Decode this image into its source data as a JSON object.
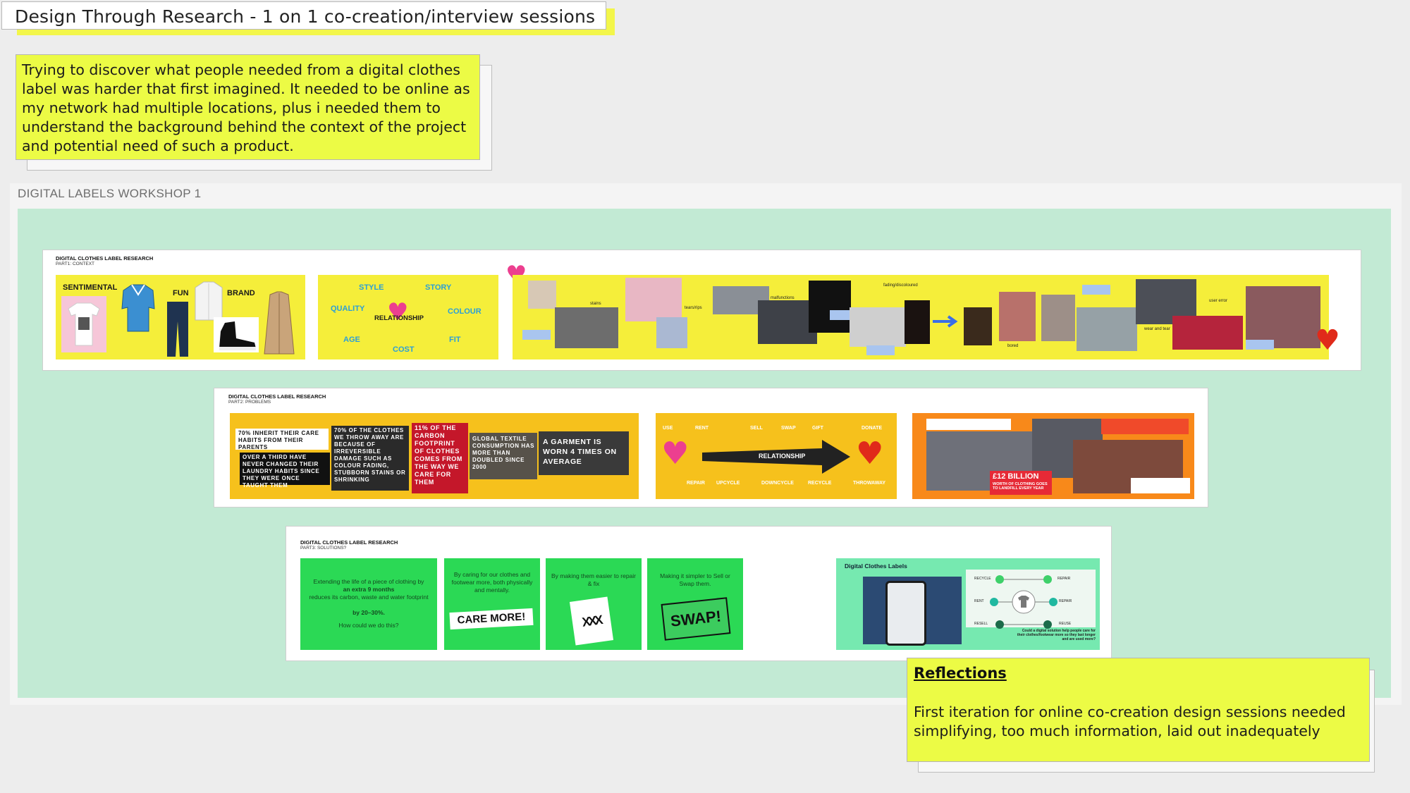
{
  "board": {
    "title": "Design Through Research - 1 on 1 co-creation/interview sessions",
    "intro_note": "Trying to discover what people needed from a digital clothes label was harder that first imagined. It needed to be online as my network had multiple locations, plus i needed them to understand the background behind the context of the project and potential need of such a product.",
    "section_label": "DIGITAL LABELS WORKSHOP 1",
    "reflections": {
      "title": "Reflections",
      "body": "First iteration for online co-creation design sessions needed simplifying, too much information, laid out inadequately"
    }
  },
  "strip1": {
    "title": "DIGITAL CLOTHES LABEL RESEARCH",
    "subtitle": "PART1: CONTEXT",
    "panel1_words": [
      "SENTIMENTAL",
      "FUN",
      "BRAND"
    ],
    "panel2_words": {
      "style": "STYLE",
      "story": "STORY",
      "quality": "QUALITY",
      "relationship": "RELATIONSHIP",
      "colour": "COLOUR",
      "age": "AGE",
      "fit": "FIT",
      "cost": "COST"
    },
    "panel3_labels": {
      "stains": "stains",
      "tears": "tears/rips",
      "malfunctions": "malfunctions",
      "fading": "fading/discoloured",
      "bored": "bored",
      "wear": "wear and tear",
      "user_error": "user error"
    }
  },
  "strip2": {
    "title": "DIGITAL CLOTHES LABEL RESEARCH",
    "subtitle": "PART2: PROBLEMS",
    "stats": [
      "70% INHERIT THEIR CARE HABITS FROM THEIR PARENTS",
      "OVER A THIRD HAVE NEVER CHANGED THEIR LAUNDRY HABITS SINCE THEY WERE ONCE TAUGHT THEM",
      "70% OF THE CLOTHES WE THROW AWAY ARE BECAUSE OF IRREVERSIBLE DAMAGE SUCH AS COLOUR FADING, STUBBORN STAINS OR SHRINKING",
      "11% OF THE CARBON FOOTPRINT OF CLOTHES COMES FROM THE WAY WE CARE FOR THEM",
      "GLOBAL TEXTILE CONSUMPTION HAS MORE THAN DOUBLED SINCE 2000",
      "A GARMENT IS WORN 4 TIMES ON AVERAGE"
    ],
    "lifecycle": {
      "use": "USE",
      "rent": "RENT",
      "sell": "SELL",
      "swap": "SWAP",
      "gift": "GIFT",
      "donate": "DONATE",
      "relationship": "RELATIONSHIP",
      "repair": "REPAIR",
      "upcycle": "UPCYCLE",
      "downcycle": "DOWNCYCLE",
      "recycle": "RECYCLE",
      "throwaway": "THROWAWAY"
    },
    "landfill": {
      "headline": "£12 BILLION",
      "sub": "WORTH OF CLOTHING GOES TO LANDFILL EVERY YEAR"
    }
  },
  "strip3": {
    "title": "DIGITAL CLOTHES LABEL RESEARCH",
    "subtitle": "PART3: SOLUTIONS?",
    "card1": {
      "line1": "Extending the life of a piece of clothing  by",
      "line2": "an extra 9 months",
      "line3": "reduces its carbon, waste and water footprint",
      "line4": "by 20–30%.",
      "line5": "How could we do this?"
    },
    "card2": {
      "text": "By caring for our clothes and footwear more, both physically and mentally.",
      "stamp": "CARE MORE!"
    },
    "card3": {
      "text": "By making them easier to repair & fix",
      "stamp": "XXX"
    },
    "card4": {
      "text": "Making it simpler to Sell or Swap them.",
      "stamp": "SWAP!"
    },
    "dcl": {
      "title": "Digital Clothes Labels",
      "nodes": [
        "RECYCLE",
        "REPAIR",
        "RENT",
        "REPAIR",
        "RESELL",
        "REUSE"
      ],
      "caption": "Could a digital solution help people care for their clothes/footwear more so they last longer and are used more?"
    }
  }
}
